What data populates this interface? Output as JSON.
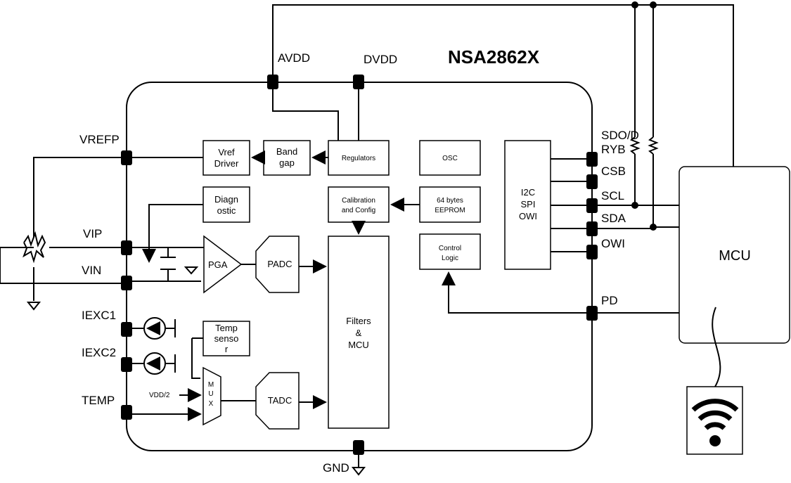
{
  "chip": {
    "title": "NSA2862X"
  },
  "pins": {
    "avdd": "AVDD",
    "dvdd": "DVDD",
    "vrefp": "VREFP",
    "vip": "VIP",
    "vin": "VIN",
    "iexc1": "IEXC1",
    "iexc2": "IEXC2",
    "temp": "TEMP",
    "gnd": "GND",
    "sdo_line1": "SDO/D",
    "sdo_line2": "RYB",
    "csb": "CSB",
    "scl": "SCL",
    "sda": "SDA",
    "owi": "OWI",
    "pd": "PD"
  },
  "blocks": {
    "vref_driver": [
      "Vref",
      "Driver"
    ],
    "bandgap": [
      "Band",
      "gap"
    ],
    "regulators": "Regulators",
    "osc": "OSC",
    "diagnostic": [
      "Diagn",
      "ostic"
    ],
    "calibration": [
      "Calibration",
      "and Config"
    ],
    "eeprom": [
      "64 bytes",
      "EEPROM"
    ],
    "control_logic": [
      "Control",
      "Logic"
    ],
    "interface": [
      "I2C",
      "SPI",
      "OWI"
    ],
    "pga": "PGA",
    "padc": "PADC",
    "filters": [
      "Filters",
      "&",
      "MCU"
    ],
    "temp_sensor": [
      "Temp",
      "senso",
      "r"
    ],
    "mux": [
      "M",
      "U",
      "X"
    ],
    "tadc": "TADC",
    "vdd2": "VDD/2",
    "mcu_external": "MCU"
  }
}
